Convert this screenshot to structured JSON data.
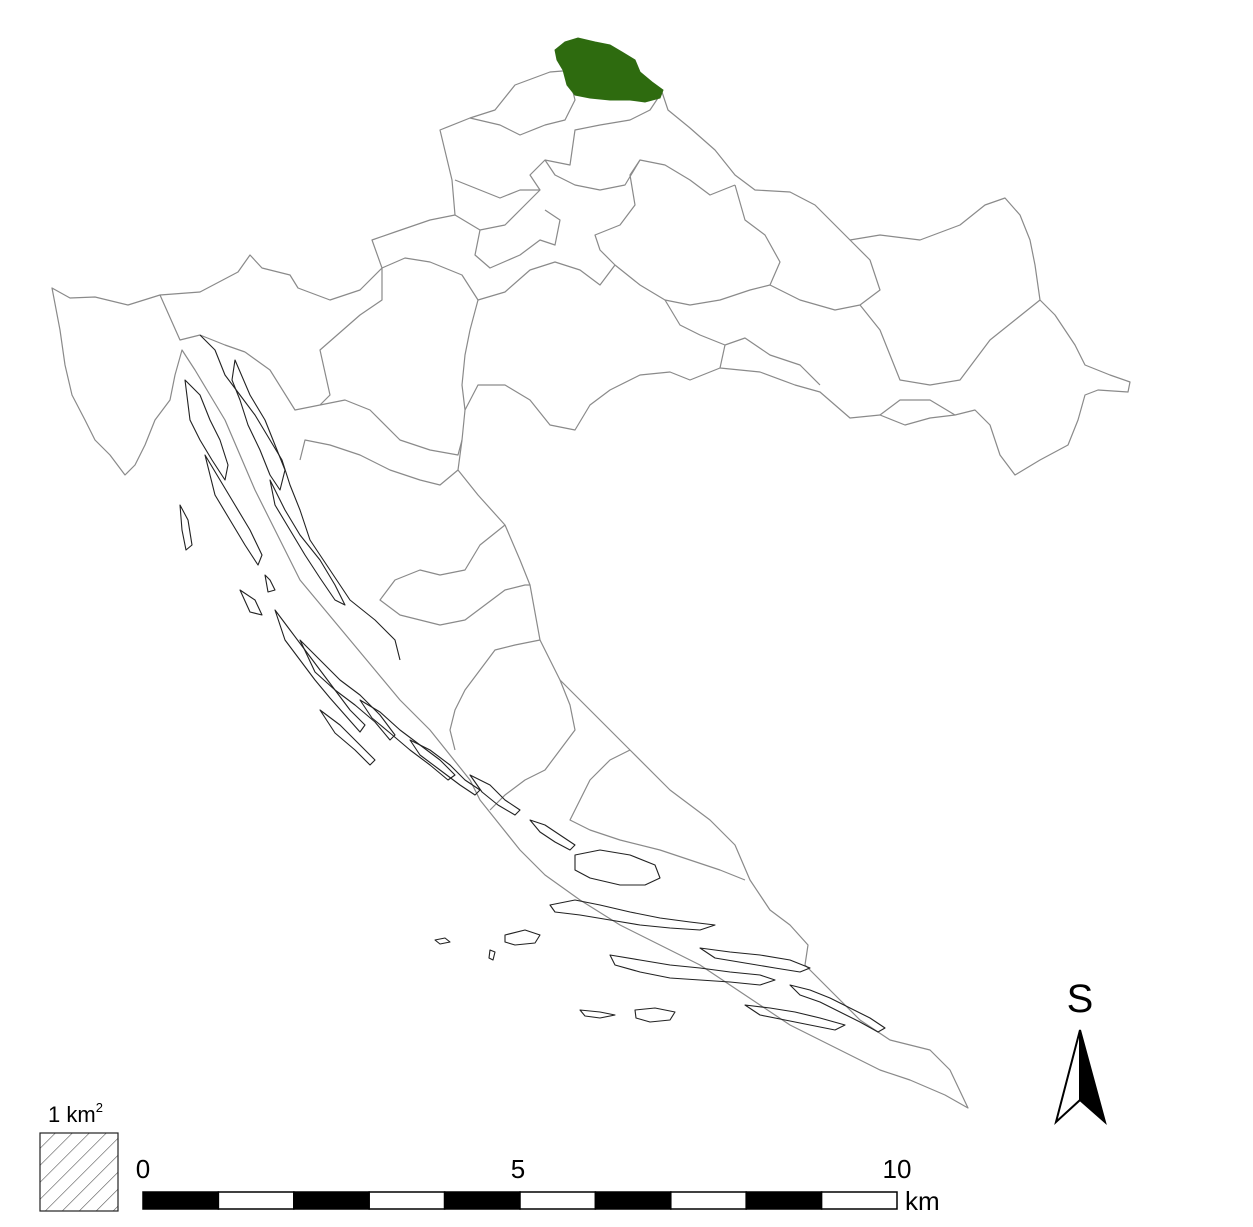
{
  "map": {
    "highlight_color": "#2e6b0f",
    "area_legend": {
      "label": "1 km",
      "superscript": "2"
    },
    "scale_bar": {
      "ticks": [
        "0",
        "5",
        "10"
      ],
      "unit": "km",
      "segments": 10
    },
    "north_arrow": {
      "letter": "S"
    }
  }
}
